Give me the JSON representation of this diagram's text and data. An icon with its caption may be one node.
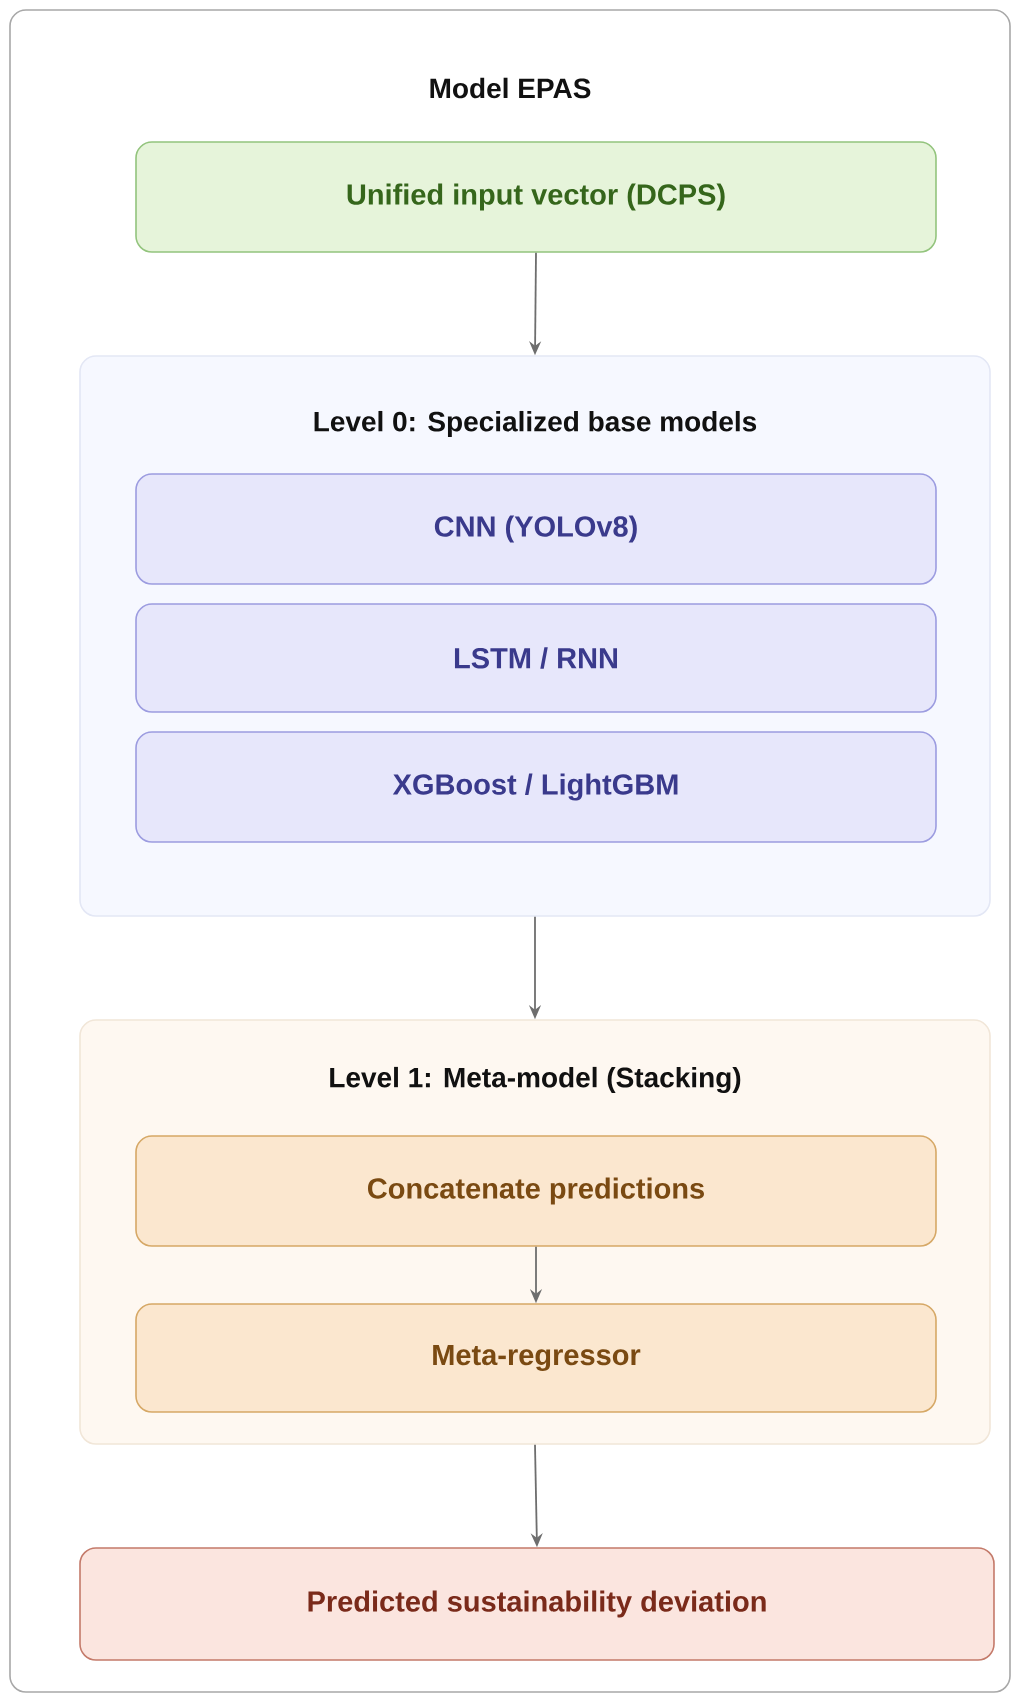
{
  "diagram": {
    "nodes": [
      {
        "text": [
          "Model EPAS"
        ]
      },
      {
        "text": [
          "Unified input vector (DCPS)"
        ],
        "in": 0
      },
      {
        "text": [
          "Level 0: Specialized base models"
        ],
        "in": 0
      },
      {
        "text": [
          "CNN (YOLOv8)"
        ],
        "in": 2
      },
      {
        "text": [
          "LSTM / RNN"
        ],
        "in": 2
      },
      {
        "text": [
          "XGBoost / LightGBM"
        ],
        "in": 2
      },
      {
        "text": [
          "Level 1: Meta-model (Stacking)"
        ],
        "in": 0
      },
      {
        "text": [
          "Concatenate predictions"
        ],
        "in": 6
      },
      {
        "text": [
          "Meta-regressor"
        ],
        "in": 6
      },
      {
        "text": [
          "Predicted sustainability deviation"
        ],
        "in": 0
      }
    ],
    "edges": [
      {
        "from": 1,
        "to": 2,
        "arrow": "to"
      },
      {
        "from": 2,
        "to": 6,
        "arrow": "to"
      },
      {
        "from": 7,
        "to": 8,
        "arrow": "to"
      },
      {
        "from": 6,
        "to": 9,
        "arrow": "to"
      }
    ]
  }
}
